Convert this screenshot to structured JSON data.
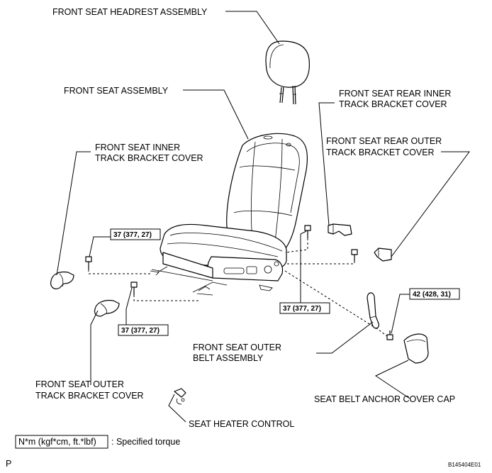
{
  "labels": {
    "headrest": "FRONT SEAT HEADREST ASSEMBLY",
    "seat_assembly": "FRONT SEAT ASSEMBLY",
    "rear_inner_cover_1": "FRONT SEAT REAR INNER",
    "rear_inner_cover_2": "TRACK BRACKET COVER",
    "inner_cover_1": "FRONT SEAT INNER",
    "inner_cover_2": "TRACK BRACKET COVER",
    "rear_outer_cover_1": "FRONT SEAT REAR OUTER",
    "rear_outer_cover_2": "TRACK BRACKET COVER",
    "outer_belt_1": "FRONT SEAT OUTER",
    "outer_belt_2": "BELT ASSEMBLY",
    "outer_cover_1": "FRONT SEAT OUTER",
    "outer_cover_2": "TRACK BRACKET COVER",
    "anchor_cap": "SEAT BELT ANCHOR COVER CAP",
    "heater_control": "SEAT HEATER CONTROL"
  },
  "torques": {
    "t1": "37 (377, 27)",
    "t2": "37 (377, 27)",
    "t3": "37 (377, 27)",
    "t4": "42 (428, 31)"
  },
  "legend": {
    "unit_box": "N*m (kgf*cm, ft.*lbf)",
    "text": ": Specified torque"
  },
  "corner_letter": "P",
  "figure_code": "B145404E01"
}
